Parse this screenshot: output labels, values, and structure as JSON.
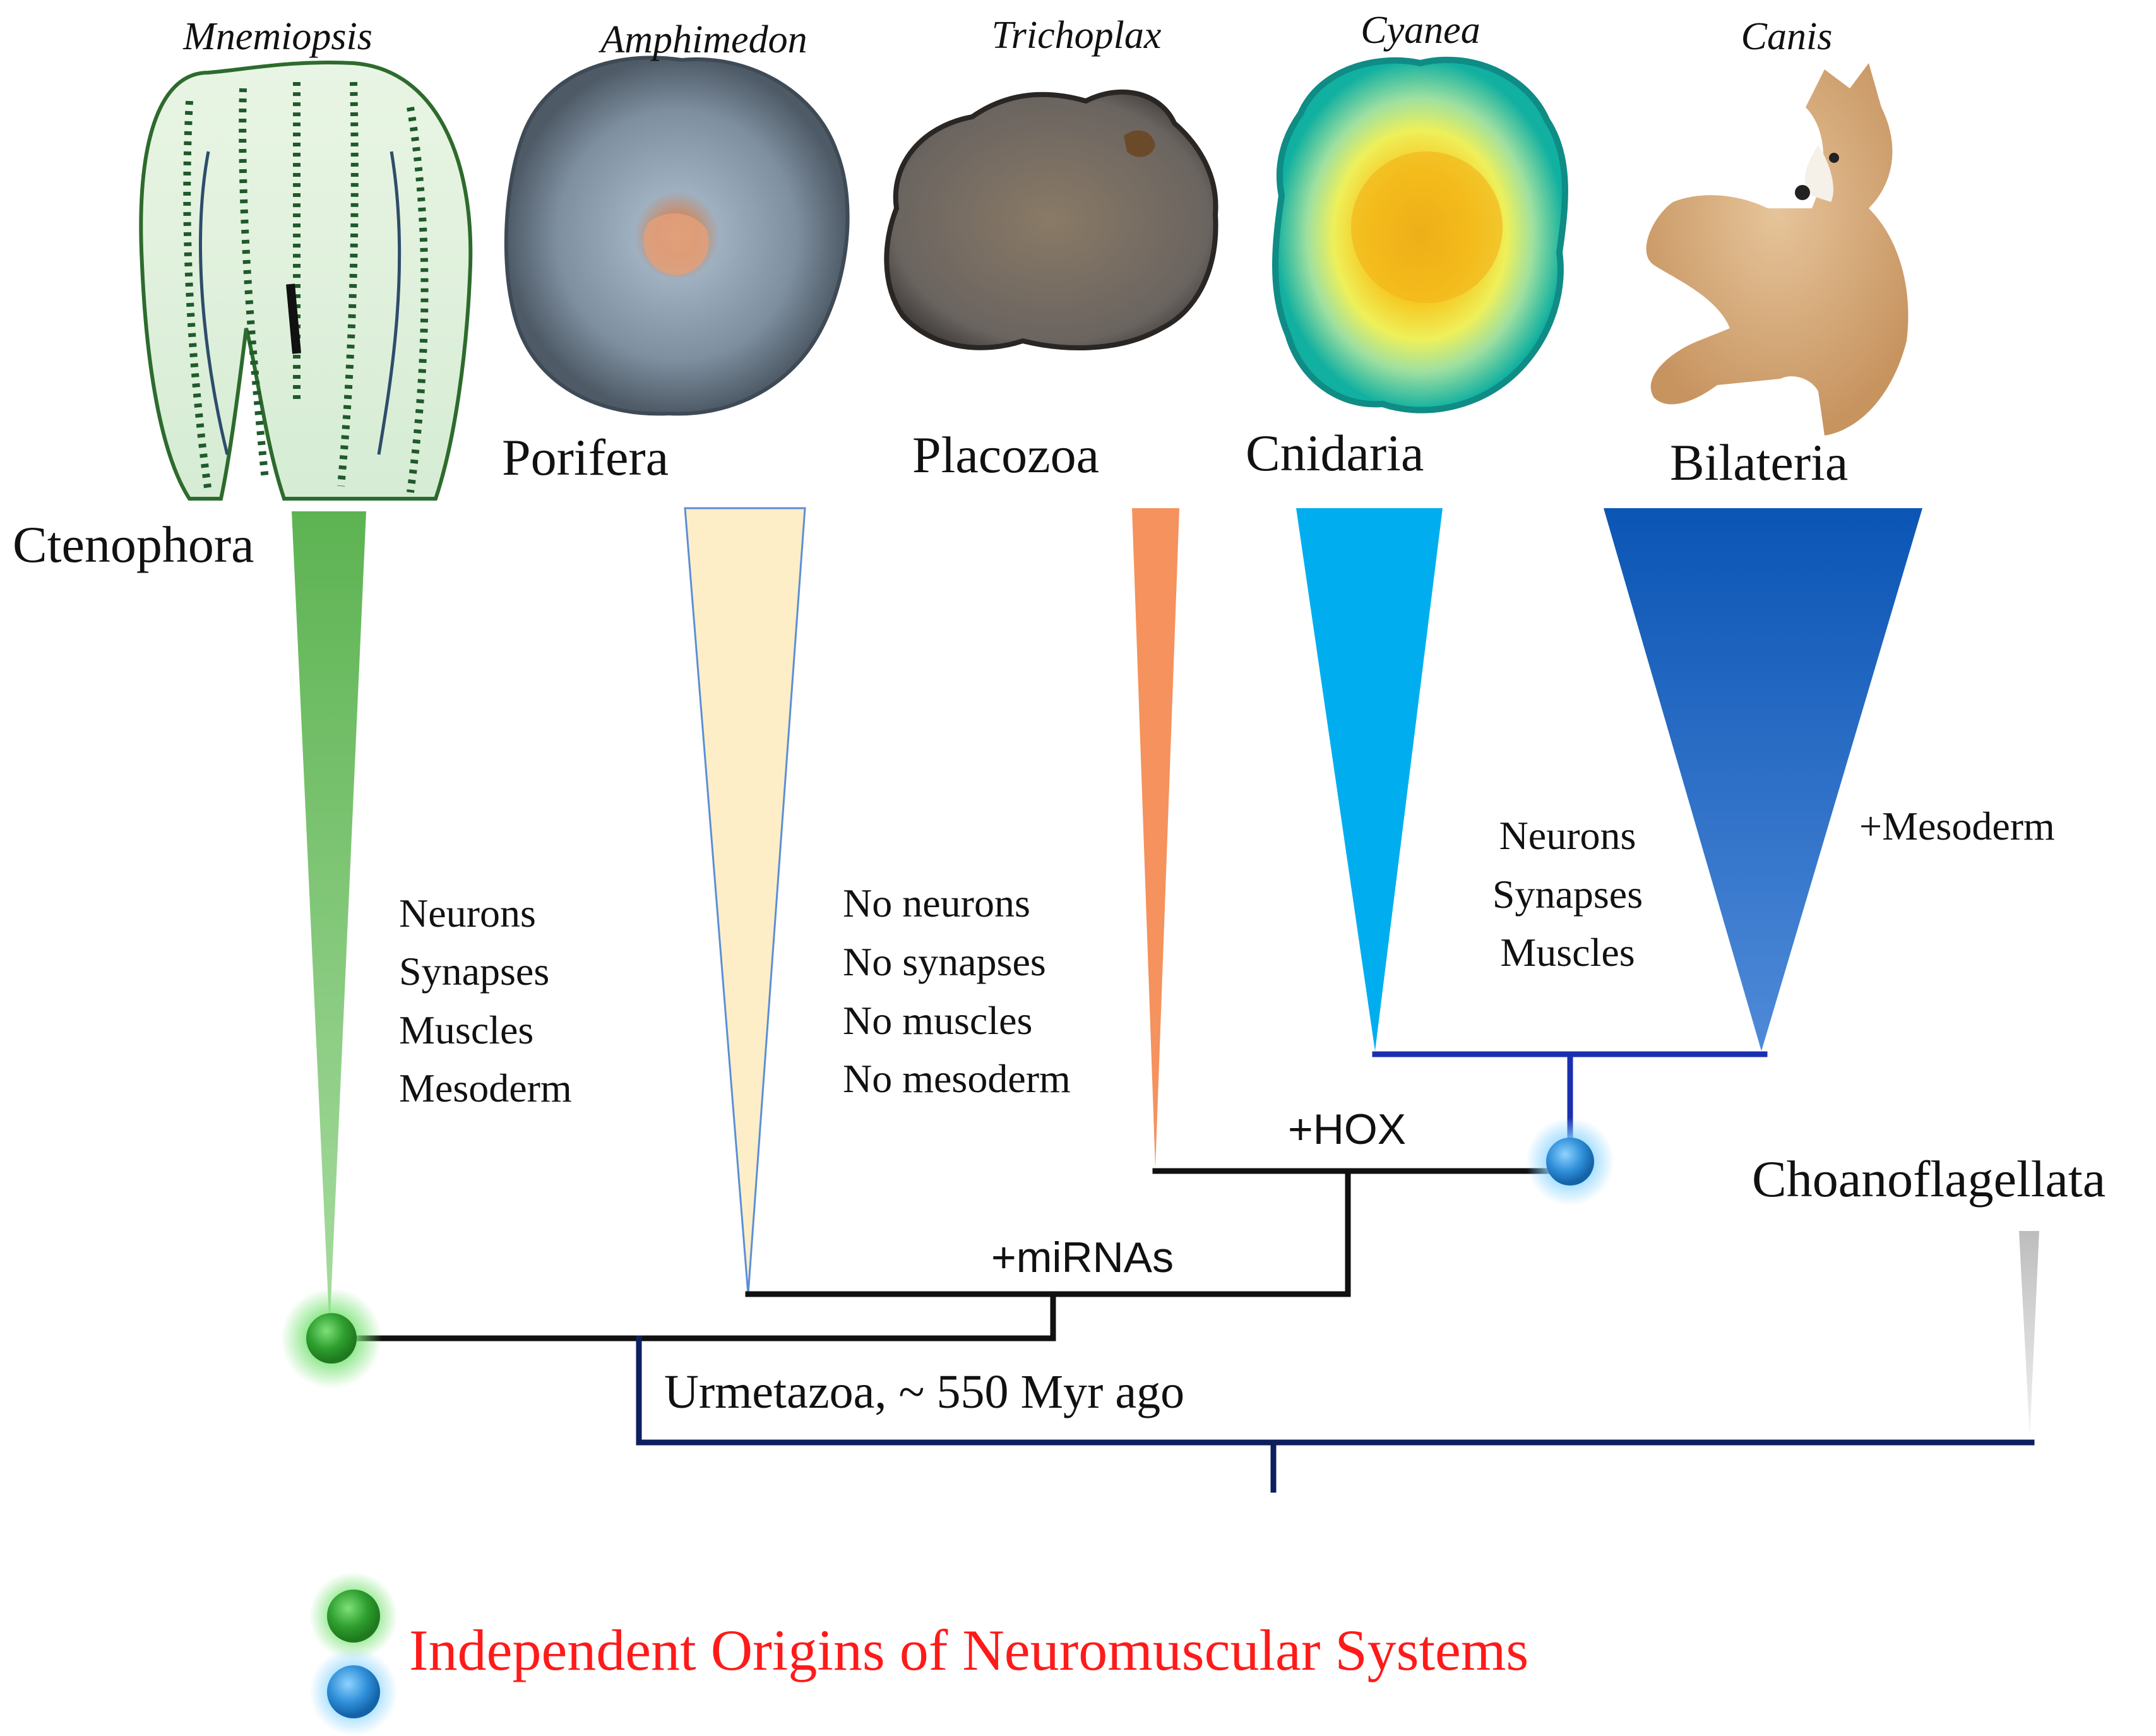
{
  "species": {
    "mnemiopsis": "Mnemiopsis",
    "amphimedon": "Amphimedon",
    "trichoplax": "Trichoplax",
    "cyanea": "Cyanea",
    "canis": "Canis"
  },
  "clades": {
    "ctenophora": "Ctenophora",
    "porifera": "Porifera",
    "placozoa": "Placozoa",
    "cnidaria": "Cnidaria",
    "bilateria": "Bilateria",
    "choanoflagellata": "Choanoflagellata"
  },
  "traits": {
    "ctenophora": [
      "Neurons",
      "Synapses",
      "Muscles",
      "Mesoderm"
    ],
    "porifera_placozoa": [
      "No neurons",
      "No synapses",
      "No muscles",
      "No mesoderm"
    ],
    "cnidaria_bilateria": [
      "Neurons",
      "Synapses",
      "Muscles"
    ],
    "bilateria_extra": "+Mesoderm"
  },
  "events": {
    "hox": "+HOX",
    "mirnas": "+miRNAs",
    "root": "Urmetazoa, ~ 550 Myr ago"
  },
  "legend": {
    "label": "Independent Origins of Neuromuscular Systems",
    "markers": [
      "green-origin",
      "blue-origin"
    ]
  },
  "colors": {
    "ctenophora": "#6abf5e",
    "porifera": "#fdeec8",
    "placozoa": "#f5925d",
    "cnidaria": "#00aeef",
    "bilateria": "#1560bd",
    "choanoflagellata": "#bfbfbf",
    "legend_text": "#ff1a1a",
    "tree_dark": "#111111",
    "tree_navy": "#0d1f5c",
    "tree_blue": "#1a2fb0"
  }
}
